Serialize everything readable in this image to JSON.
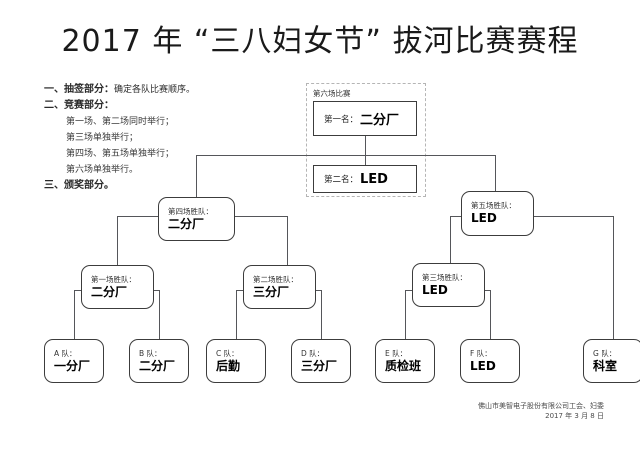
{
  "slide": {
    "title": "2017 年 “三八妇女节” 拔河比赛赛程",
    "agenda": {
      "item1": "一、抽签部分：",
      "item1_sub": "确定各队比赛顺序。",
      "item2": "二、竞赛部分：",
      "item2_lines": [
        "第一场、第二场同时举行；",
        "第三场单独举行；",
        "第四场、第五场单独举行；",
        "第六场单独举行。"
      ],
      "item3": "三、颁奖部分。"
    },
    "final_group": {
      "label": "第六场比赛",
      "first": {
        "rank": "第一名：",
        "team": "二分厂"
      },
      "second": {
        "rank": "第二名：",
        "team": "LED"
      }
    },
    "semifinals": [
      {
        "caption": "第四场胜队：",
        "team": "二分厂"
      },
      {
        "caption": "第五场胜队：",
        "team": "LED"
      }
    ],
    "quarterfinals": [
      {
        "caption": "第一场胜队：",
        "team": "二分厂"
      },
      {
        "caption": "第二场胜队：",
        "team": "三分厂"
      },
      {
        "caption": "第三场胜队：",
        "team": "LED"
      }
    ],
    "teams": [
      {
        "caption": "A 队：",
        "team": "一分厂"
      },
      {
        "caption": "B 队：",
        "team": "二分厂"
      },
      {
        "caption": "C 队：",
        "team": "后勤"
      },
      {
        "caption": "D 队：",
        "team": "三分厂"
      },
      {
        "caption": "E 队：",
        "team": "质检班"
      },
      {
        "caption": "F 队：",
        "team": "LED"
      },
      {
        "caption": "G 队：",
        "team": "科室"
      }
    ],
    "footer": {
      "org": "佛山市美智电子股份有限公司工会、妇委",
      "date": "2017 年 3 月 8 日"
    },
    "colors": {
      "line": "#55565a",
      "box_border": "#3c3c3c",
      "dashed_border": "#b5b5b5",
      "text": "#000000",
      "background": "#ffffff"
    }
  }
}
